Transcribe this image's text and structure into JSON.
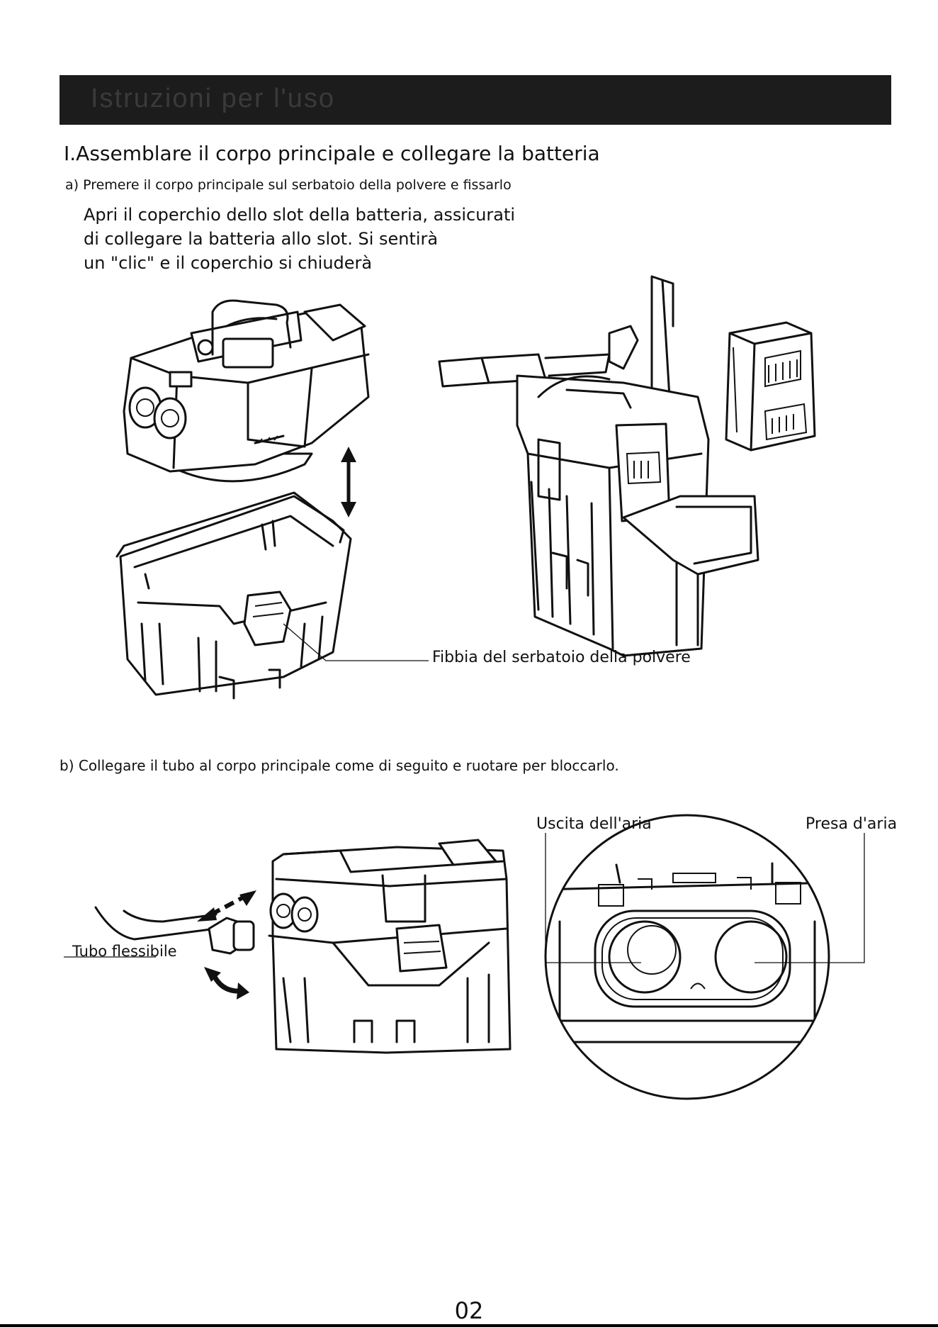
{
  "header": {
    "title": "Istruzioni per l'uso"
  },
  "section": {
    "title": "I.Assemblare il corpo principale e collegare la batteria"
  },
  "step_a": {
    "heading": "a) Premere il corpo principale sul serbatoio della polvere e fissarlo",
    "lines": [
      "Apri il coperchio dello slot della batteria, assicurati",
      "di collegare la batteria allo slot. Si sentirà",
      "un \"clic\" e il coperchio si chiuderà"
    ],
    "callout": "Fibbia del serbatoio della polvere"
  },
  "step_b": {
    "heading": "b) Collegare il tubo al corpo principale come di seguito e ruotare per bloccarlo.",
    "callouts": {
      "outlet": "Uscita dell'aria",
      "inlet": "Presa d'aria",
      "hose": "Tubo flessibile"
    }
  },
  "footer": {
    "page_number": "02"
  },
  "icons": [
    "up-down-arrow-icon",
    "push-arrow-icon",
    "rotate-arrow-icon"
  ]
}
